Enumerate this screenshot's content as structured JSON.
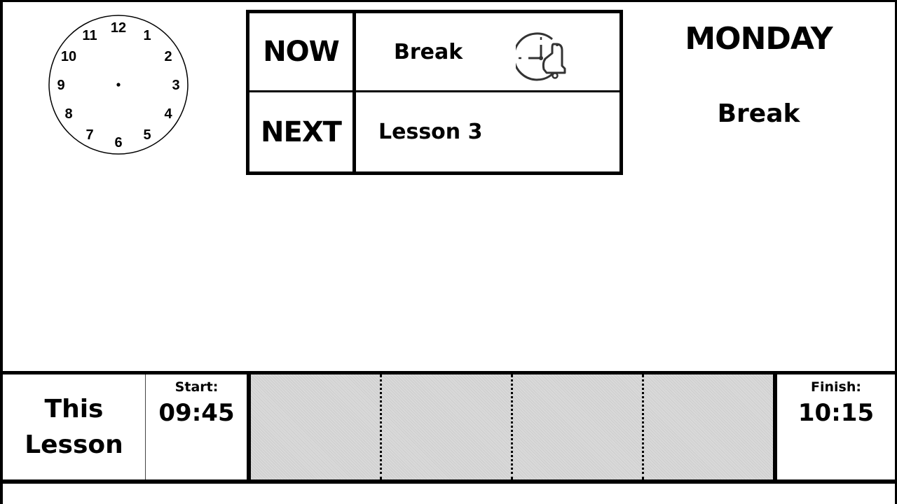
{
  "clock": {
    "numerals": [
      "12",
      "1",
      "2",
      "3",
      "4",
      "5",
      "6",
      "7",
      "8",
      "9",
      "10",
      "11"
    ]
  },
  "schedule": {
    "now_label": "NOW",
    "now_value": "Break",
    "next_label": "NEXT",
    "next_value": "Lesson 3",
    "now_icon": "clock-bell-icon"
  },
  "day": {
    "name": "MONDAY",
    "activity": "Break"
  },
  "lesson": {
    "title_line1": "This",
    "title_line2": "Lesson",
    "start_caption": "Start:",
    "start_time": "09:45",
    "finish_caption": "Finish:",
    "finish_time": "10:15",
    "progress": 0,
    "segments": 4
  }
}
